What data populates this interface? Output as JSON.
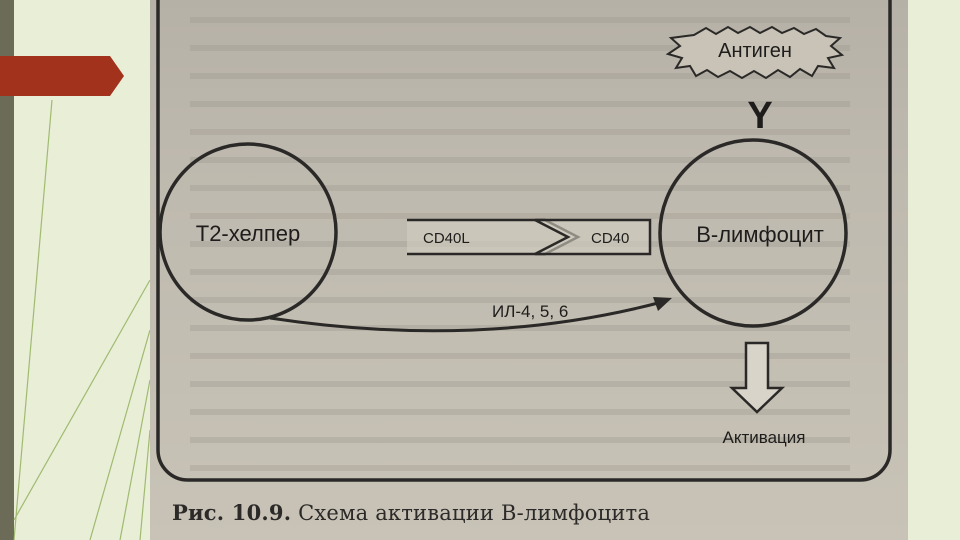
{
  "diagram": {
    "t_cell_label": "Т2-хелпер",
    "b_cell_label": "В-лимфоцит",
    "ligand_label": "CD40L",
    "receptor_label": "CD40",
    "cytokines_label": "ИЛ-4, 5, 6",
    "antigen_label": "Антиген",
    "antibody_symbol": "Y",
    "activation_label": "Активация"
  },
  "caption": {
    "figure_number": "Рис. 10.9.",
    "title": "Схема активации В-лимфоцита"
  },
  "colors": {
    "accent_arrow": "#a3321c",
    "slide_background": "#e9eed7"
  }
}
